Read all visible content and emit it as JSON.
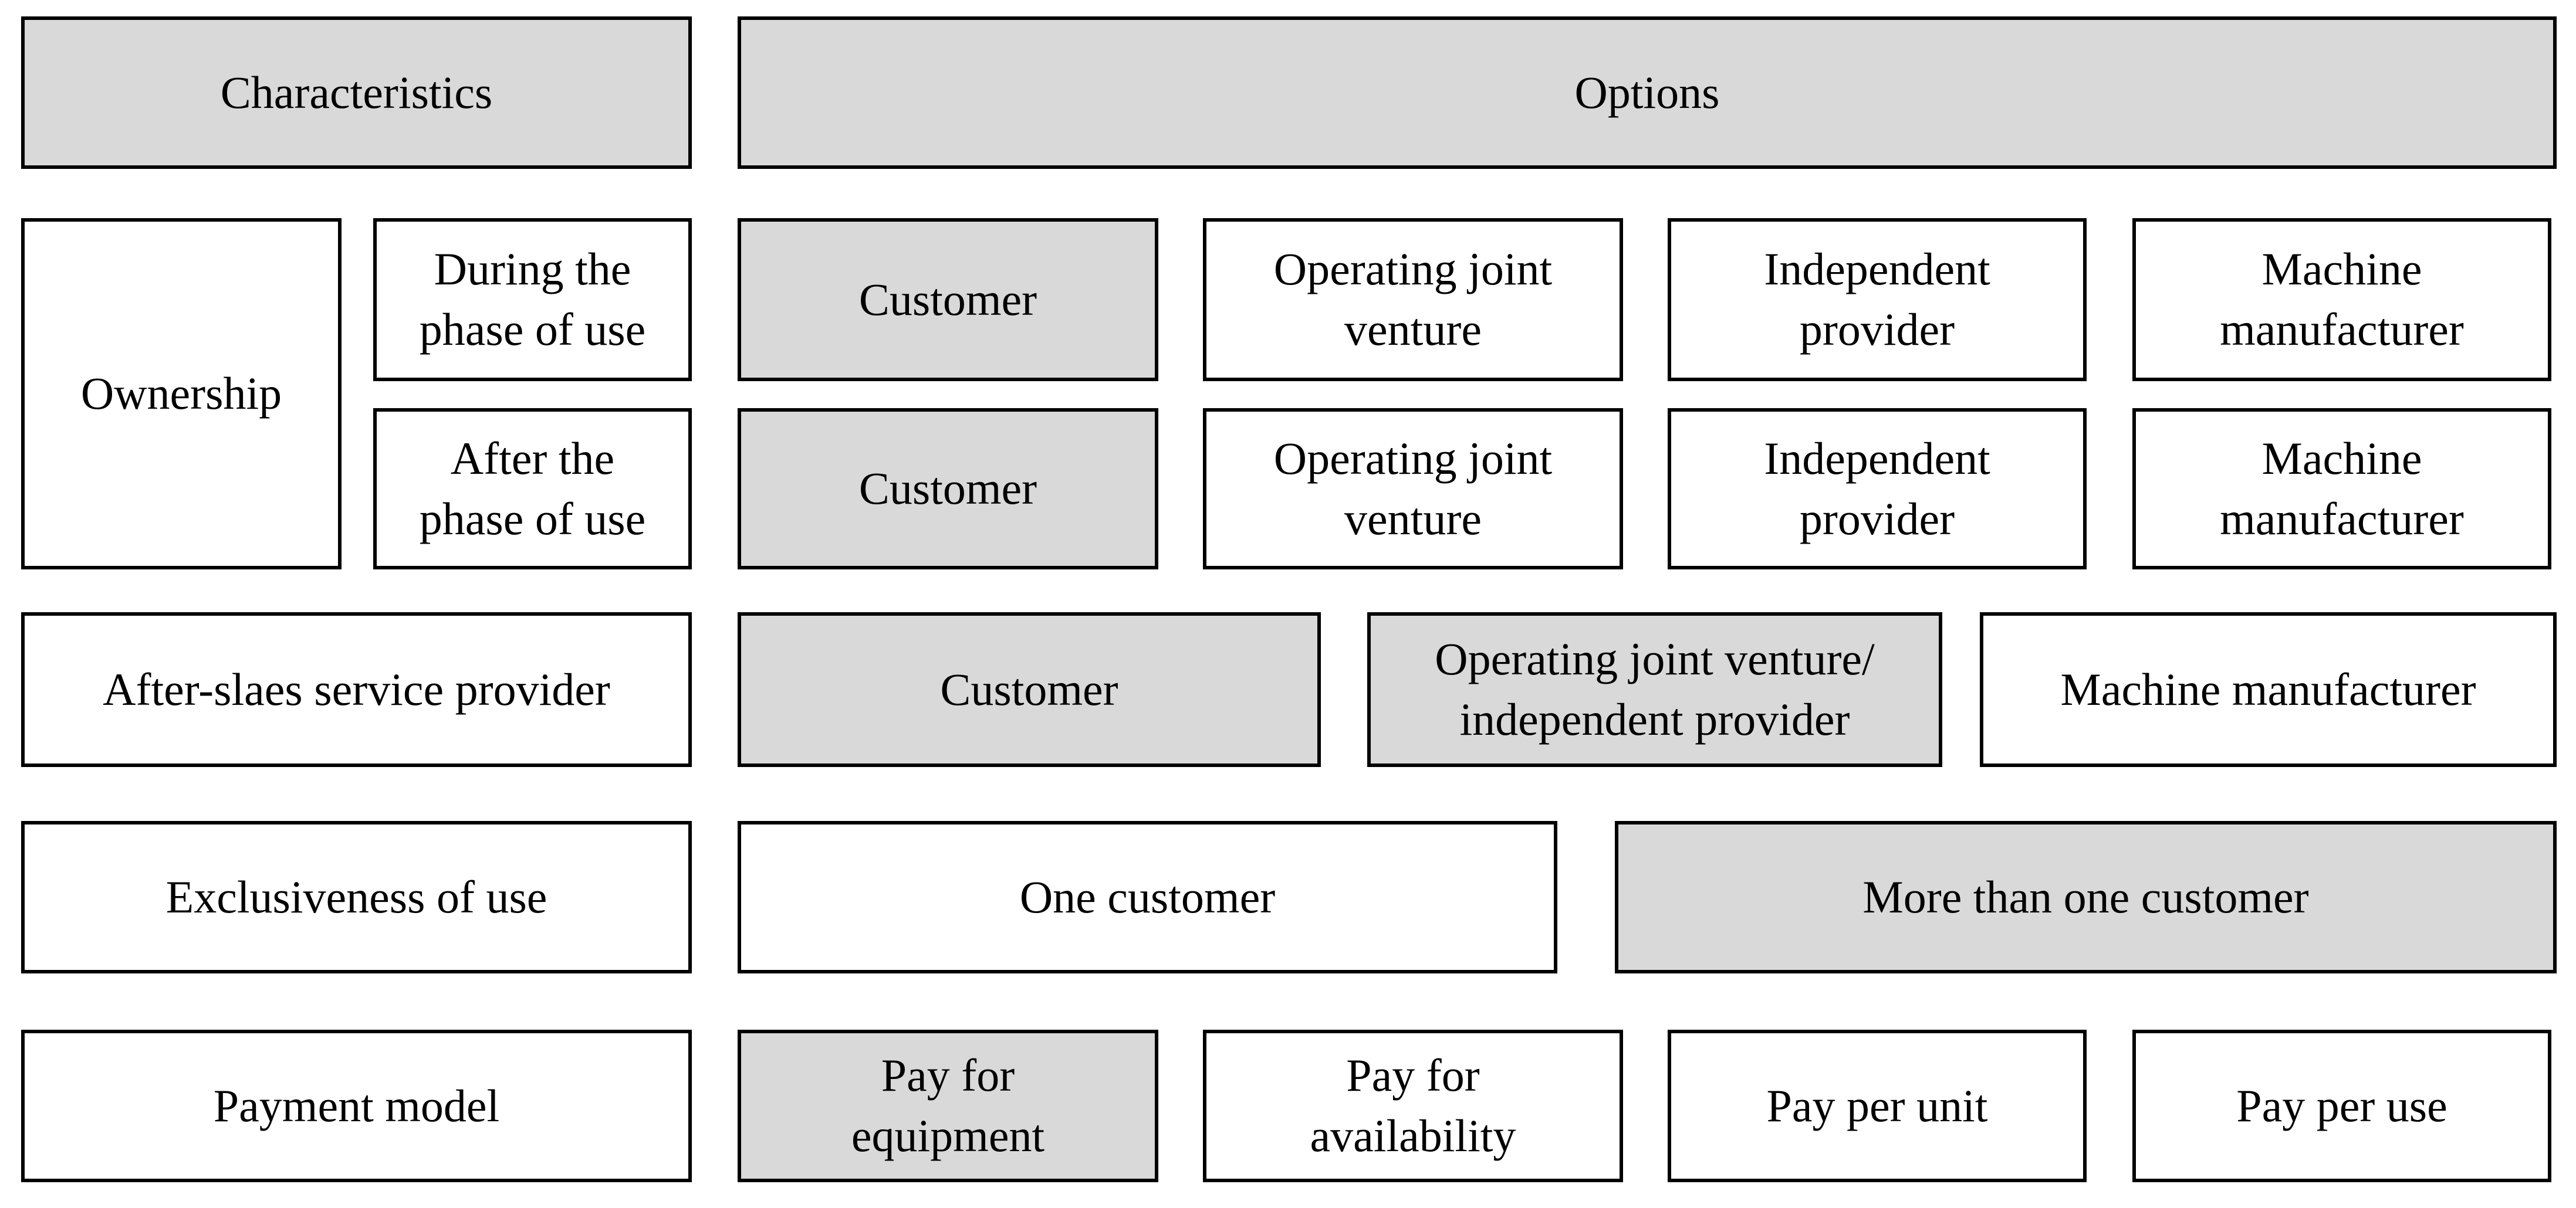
{
  "palette": {
    "highlight_fill": "#d9d9d9",
    "plain_fill": "#ffffff",
    "border_color": "#000000",
    "text_color": "#000000",
    "page_background": "#ffffff"
  },
  "header": {
    "characteristics_label": "Characteristics",
    "options_label": "Options"
  },
  "matrix": {
    "rows": [
      {
        "characteristic": "Ownership",
        "sub_rows": [
          {
            "sub_characteristic": "During the\nphase of use",
            "options": [
              {
                "label": "Customer",
                "highlighted": true
              },
              {
                "label": "Operating joint\nventure",
                "highlighted": false
              },
              {
                "label": "Independent\nprovider",
                "highlighted": false
              },
              {
                "label": "Machine\nmanufacturer",
                "highlighted": false
              }
            ]
          },
          {
            "sub_characteristic": "After the\nphase of use",
            "options": [
              {
                "label": "Customer",
                "highlighted": true
              },
              {
                "label": "Operating joint\nventure",
                "highlighted": false
              },
              {
                "label": "Independent\nprovider",
                "highlighted": false
              },
              {
                "label": "Machine\nmanufacturer",
                "highlighted": false
              }
            ]
          }
        ]
      },
      {
        "characteristic": "After-slaes service provider",
        "options": [
          {
            "label": "Customer",
            "highlighted": true
          },
          {
            "label": "Operating joint venture/\nindependent provider",
            "highlighted": true
          },
          {
            "label": "Machine manufacturer",
            "highlighted": false
          }
        ]
      },
      {
        "characteristic": "Exclusiveness of use",
        "options": [
          {
            "label": "One customer",
            "highlighted": false
          },
          {
            "label": "More than one customer",
            "highlighted": true
          }
        ]
      },
      {
        "characteristic": "Payment model",
        "options": [
          {
            "label": "Pay for\nequipment",
            "highlighted": true
          },
          {
            "label": "Pay for\navailability",
            "highlighted": false
          },
          {
            "label": "Pay per unit",
            "highlighted": false
          },
          {
            "label": "Pay per use",
            "highlighted": false
          }
        ]
      }
    ]
  }
}
